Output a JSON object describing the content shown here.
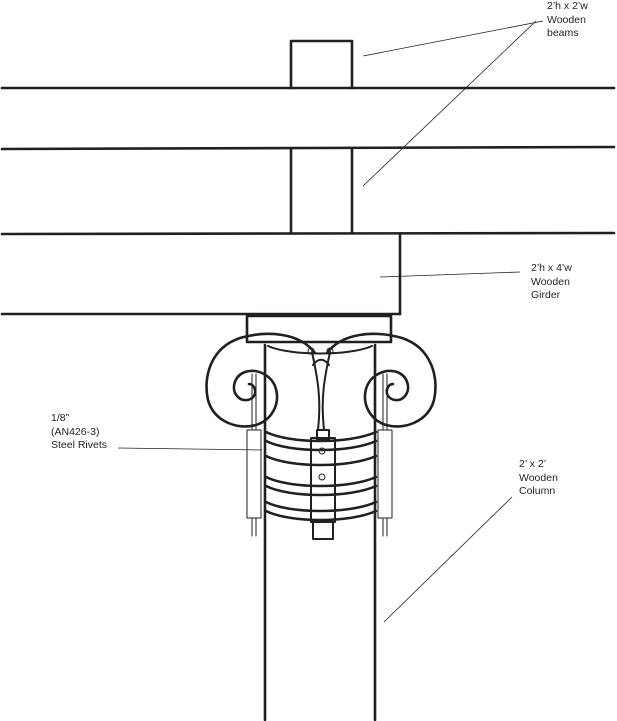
{
  "labels": {
    "beams": {
      "line1": "2’h x 2’w",
      "line2": "Wooden",
      "line3": "beams"
    },
    "girder": {
      "line1": "2’h x 4’w",
      "line2": "Wooden",
      "line3": "Girder"
    },
    "rivets": {
      "line1": "1/8”",
      "line2": "(AN426-3)",
      "line3": "Steel Rivets"
    },
    "column": {
      "line1": "2’ x 2’",
      "line2": "Wooden",
      "line3": "Column"
    }
  },
  "colors": {
    "ink": "#231f20",
    "background": "#ffffff"
  }
}
